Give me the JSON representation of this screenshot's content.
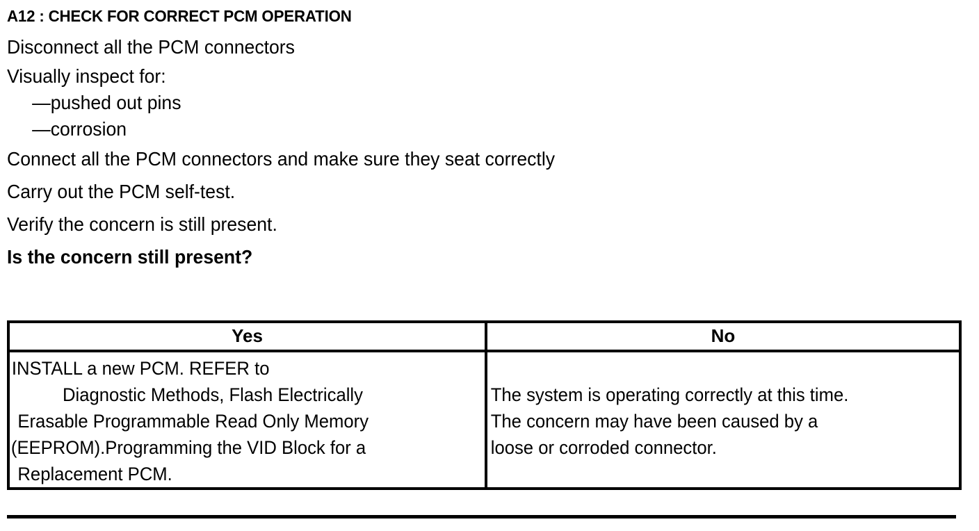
{
  "document": {
    "step_id": "A12",
    "title": "A12 : CHECK FOR CORRECT PCM OPERATION",
    "instructions": [
      "Disconnect all the PCM connectors",
      "Visually inspect for:",
      "—pushed out pins",
      "—corrosion",
      "Connect all the PCM connectors and make sure they seat correctly",
      "Carry out the PCM self-test.",
      "Verify the concern is still present."
    ],
    "question": "Is the concern still present?"
  },
  "decision_table": {
    "headers": {
      "yes": "Yes",
      "no": "No"
    },
    "yes_cell_lines": [
      "INSTALL a new PCM.  REFER to",
      "Diagnostic Methods, Flash Electrically",
      "Erasable Programmable Read Only Memory",
      "(EEPROM).Programming the VID Block for a",
      "Replacement PCM."
    ],
    "no_cell_lines": [
      "The system is operating correctly at this time.",
      "The concern may have been caused by a",
      "loose or corroded connector."
    ]
  },
  "style": {
    "text_color": "#000000",
    "background_color": "#ffffff",
    "border_color": "#000000"
  }
}
